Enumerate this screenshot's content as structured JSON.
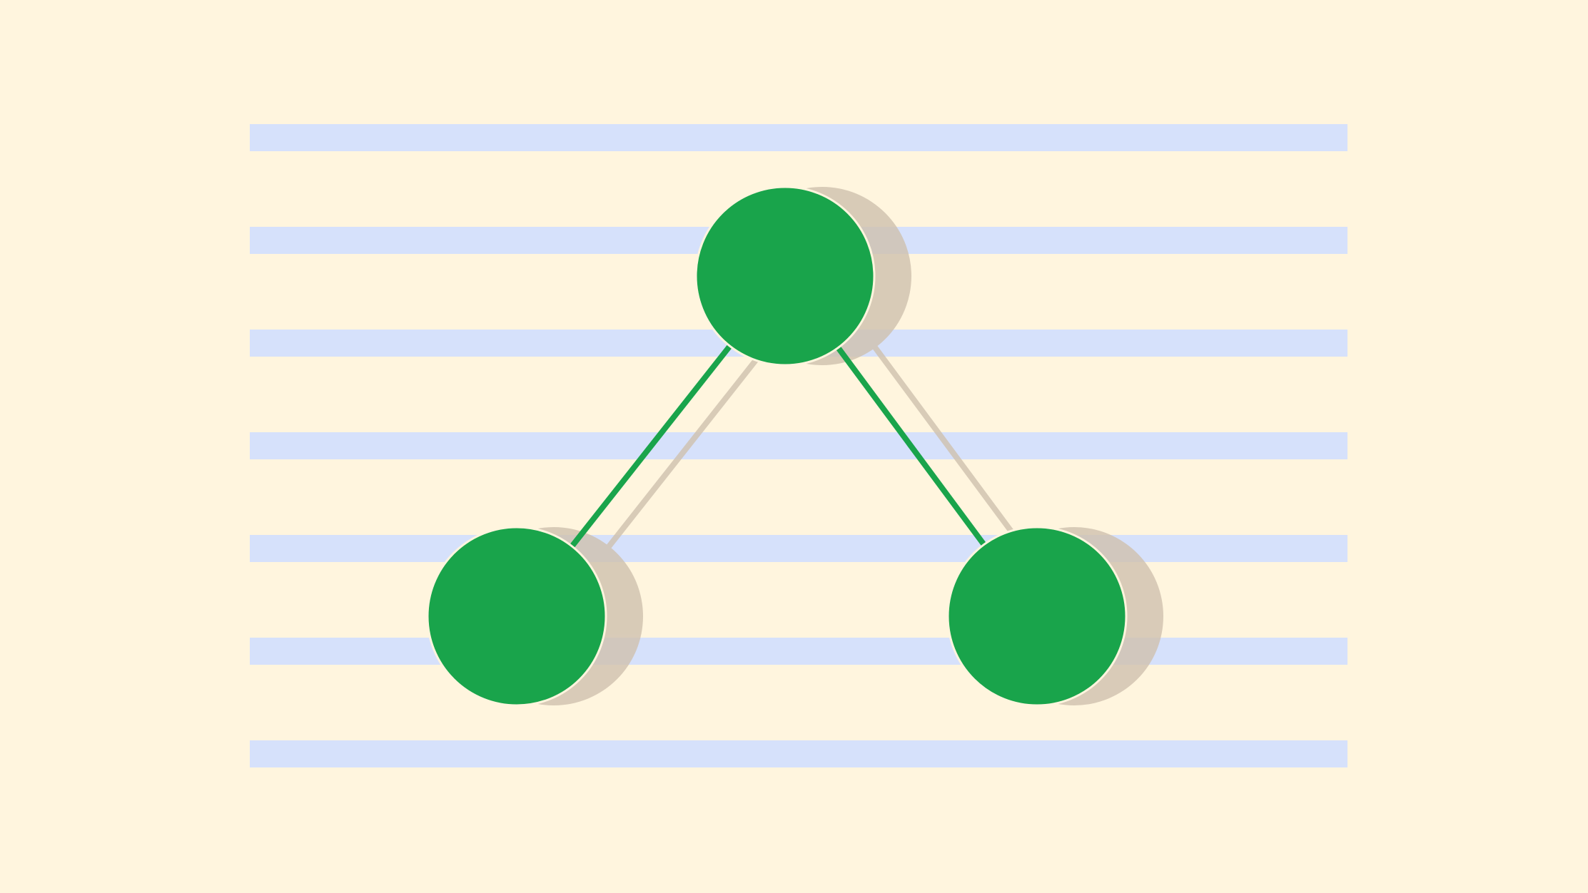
{
  "diagram": {
    "background_color": "#fff5de",
    "stripe_color": "#d6e1fb",
    "node_color": "#19a44b",
    "shadow_color": "#cfc1ae",
    "shadow_opacity": 0.8,
    "stripe_count": 7,
    "nodes": [
      {
        "id": "top",
        "label": ""
      },
      {
        "id": "bottom-left",
        "label": ""
      },
      {
        "id": "bottom-right",
        "label": ""
      }
    ],
    "edges": [
      {
        "from": "top",
        "to": "bottom-left"
      },
      {
        "from": "top",
        "to": "bottom-right"
      }
    ]
  }
}
